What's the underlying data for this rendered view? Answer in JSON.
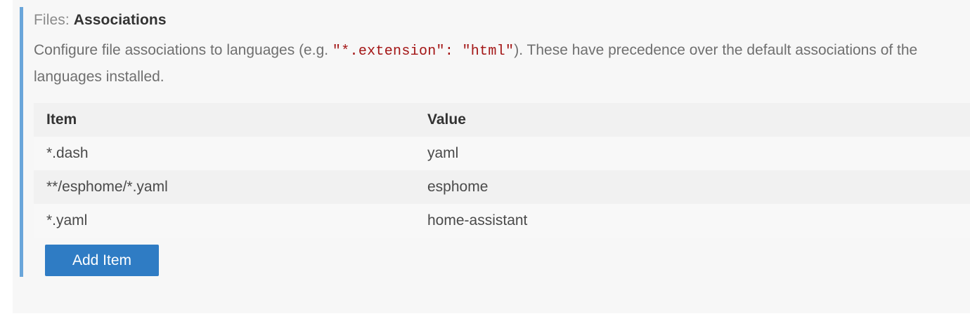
{
  "setting": {
    "title_prefix": "Files:",
    "title_key": "Associations",
    "description_before": "Configure file associations to languages (e.g. ",
    "description_code": "\"*.extension\": \"html\"",
    "description_after": "). These have precedence over the default associations of the languages installed."
  },
  "table": {
    "headers": {
      "item": "Item",
      "value": "Value"
    },
    "rows": [
      {
        "item": "*.dash",
        "value": "yaml"
      },
      {
        "item": "**/esphome/*.yaml",
        "value": "esphome"
      },
      {
        "item": "*.yaml",
        "value": "home-assistant"
      }
    ]
  },
  "actions": {
    "add_item_label": "Add Item"
  },
  "colors": {
    "accent_bar": "#6aa6da",
    "button_background": "#2f7cc4",
    "code_text": "#a31515",
    "card_background": "#f7f7f7",
    "row_stripe_dark": "#f1f1f1",
    "row_stripe_light": "#f8f8f8"
  }
}
